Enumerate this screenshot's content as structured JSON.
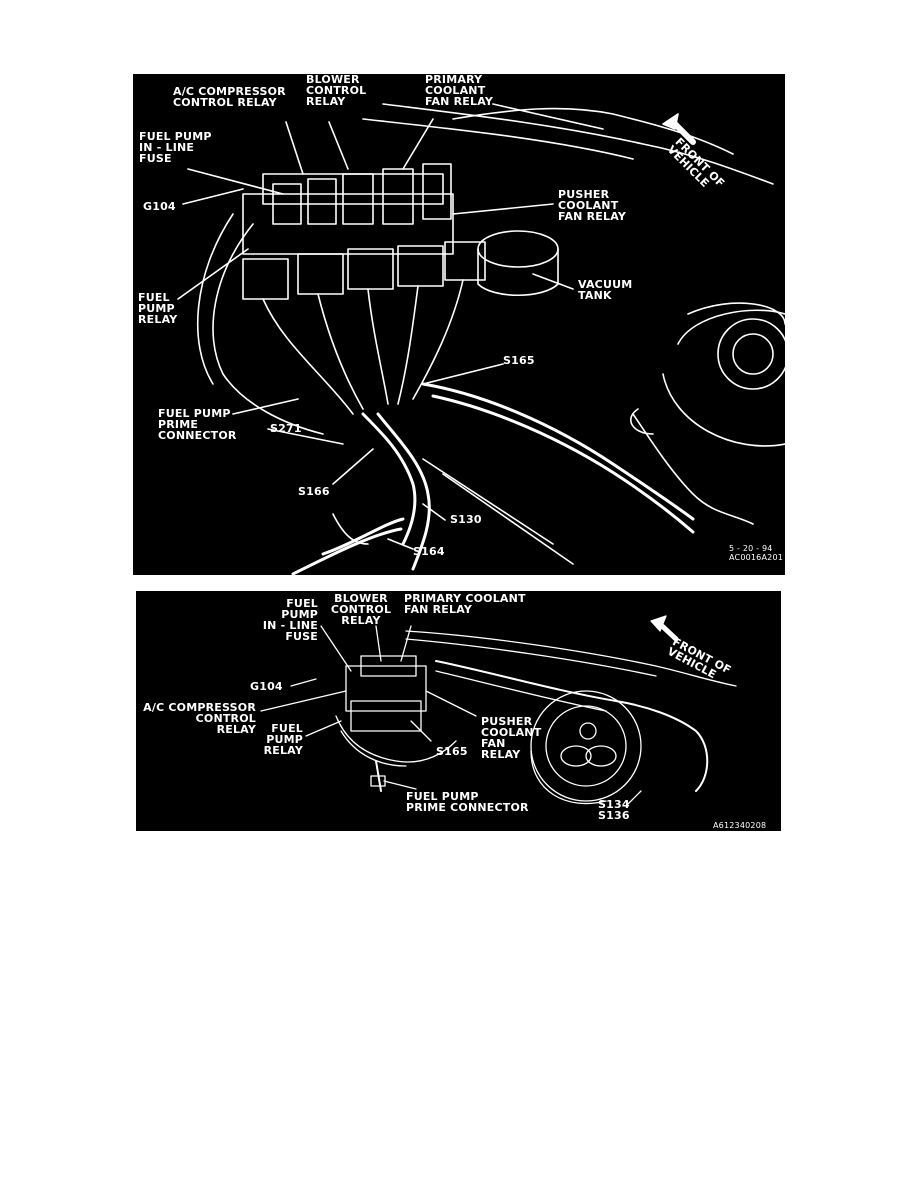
{
  "top_figure": {
    "labels": {
      "ac_compressor_relay": "A/C COMPRESSOR\nCONTROL RELAY",
      "blower_relay": "BLOWER\nCONTROL\nRELAY",
      "primary_fan_relay": "PRIMARY\nCOOLANT\nFAN RELAY",
      "fuel_pump_fuse": "FUEL PUMP\nIN - LINE\nFUSE",
      "g104": "G104",
      "pusher_fan_relay": "PUSHER\nCOOLANT\nFAN RELAY",
      "vacuum_tank": "VACUUM\nTANK",
      "fuel_pump_relay": "FUEL\nPUMP\nRELAY",
      "s165": "S165",
      "fuel_pump_prime": "FUEL PUMP\nPRIME\nCONNECTOR",
      "s271": "S271",
      "s166": "S166",
      "s130": "S130",
      "s164": "S164",
      "front_of_vehicle": "FRONT OF\nVEHICLE",
      "date_code": "5 - 20 - 94\nAC0016A201"
    }
  },
  "bottom_figure": {
    "labels": {
      "fuel_pump_fuse": "FUEL\nPUMP\nIN - LINE\nFUSE",
      "blower_relay": "BLOWER\nCONTROL\nRELAY",
      "primary_fan_relay": "PRIMARY COOLANT\nFAN RELAY",
      "front_of_vehicle": "FRONT OF\nVEHICLE",
      "g104": "G104",
      "ac_compressor_relay": "A/C COMPRESSOR\nCONTROL\nRELAY",
      "pusher_fan_relay": "PUSHER\nCOOLANT\nFAN\nRELAY",
      "fuel_pump_relay": "FUEL\nPUMP\nRELAY",
      "s165": "S165",
      "fuel_pump_prime": "FUEL PUMP\nPRIME CONNECTOR",
      "s134_s136": "S134\nS136",
      "figure_code": "A612340208"
    }
  },
  "colors": {
    "panel_bg": "#000000",
    "line": "#ffffff",
    "page_bg": "#ffffff"
  }
}
